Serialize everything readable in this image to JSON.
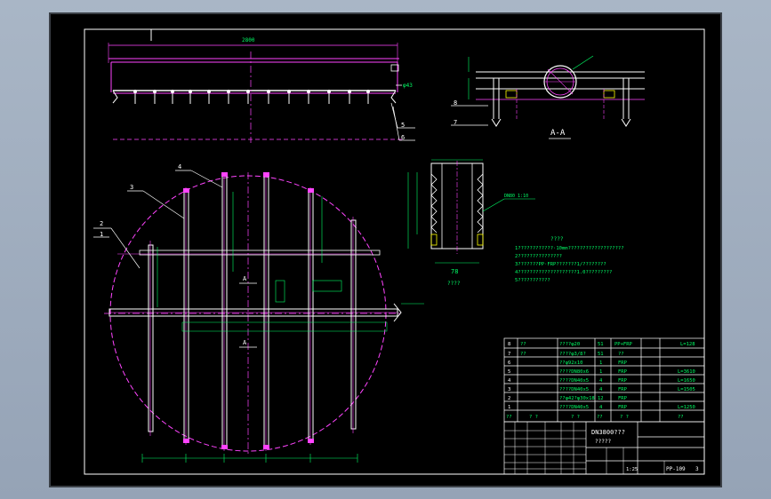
{
  "labels": {
    "top_dim": "2800",
    "dim_43": "φ43",
    "callout_5": "5",
    "callout_6": "6",
    "callout_1": "1",
    "callout_2": "2",
    "callout_3": "3",
    "callout_4": "4",
    "callout_7": "7",
    "callout_8": "8",
    "section_a": "A",
    "section_aa": "A-A",
    "detail_78": "78",
    "detail_scale": "????",
    "dn_label": "DN80 1:10"
  },
  "notes": {
    "heading": "????",
    "lines": [
      "1????????????·10mm???????????????????",
      "2???????????????",
      "3???????PP·FRP???????1/????????",
      "4????????????????????1.0?????????",
      "5???????????"
    ]
  },
  "parts_table": {
    "rows": [
      {
        "no": "8",
        "name": "??",
        "spec": "????φ20",
        "qty": "51",
        "material": "PP+FRP",
        "note": "L=128"
      },
      {
        "no": "7",
        "name": "??",
        "spec": "????φ3/8?",
        "qty": "51",
        "material": "??",
        "note": ""
      },
      {
        "no": "6",
        "name": "",
        "spec": "??φ92x10",
        "qty": "1",
        "material": "FRP",
        "note": ""
      },
      {
        "no": "5",
        "name": "",
        "spec": "????DN80x6",
        "qty": "1",
        "material": "FRP",
        "note": "L=3610"
      },
      {
        "no": "4",
        "name": "",
        "spec": "????DN40x5",
        "qty": "4",
        "material": "FRP",
        "note": "L=1650"
      },
      {
        "no": "3",
        "name": "",
        "spec": "????DN40x5",
        "qty": "4",
        "material": "FRP",
        "note": "L=1505"
      },
      {
        "no": "2",
        "name": "",
        "spec": "??φ42?φ30x18",
        "qty": "12",
        "material": "FRP",
        "note": ""
      },
      {
        "no": "1",
        "name": "",
        "spec": "????DN40x5",
        "qty": "4",
        "material": "FRP",
        "note": "L=1250"
      }
    ],
    "header": [
      "??",
      "? ?",
      "? ?",
      "??",
      "? ?",
      "??"
    ]
  },
  "title_block": {
    "title": "DN3800???",
    "subtitle": "?????",
    "drawing_no": "PP-109",
    "sheet": "3",
    "scale": "1:25"
  }
}
